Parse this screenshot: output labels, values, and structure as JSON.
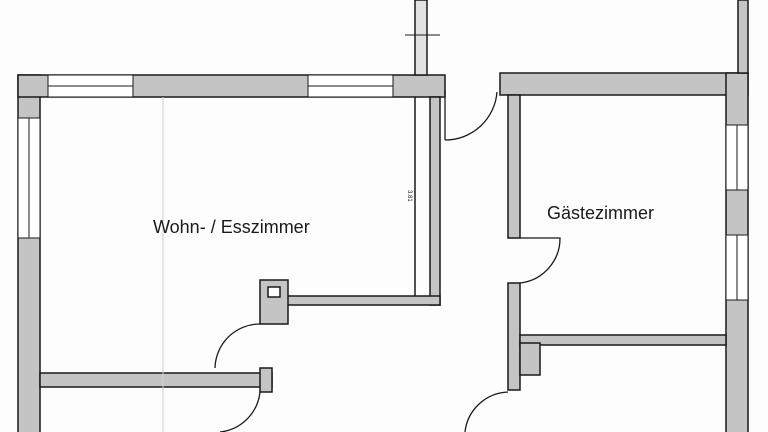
{
  "rooms": {
    "living": "Wohn- / Esszimmer",
    "guest": "Gästezimmer"
  },
  "dimensions": {
    "living_height": "3.81"
  },
  "colors": {
    "wall_fill": "#c4c4c4",
    "wall_line": "#1a1a1a"
  }
}
